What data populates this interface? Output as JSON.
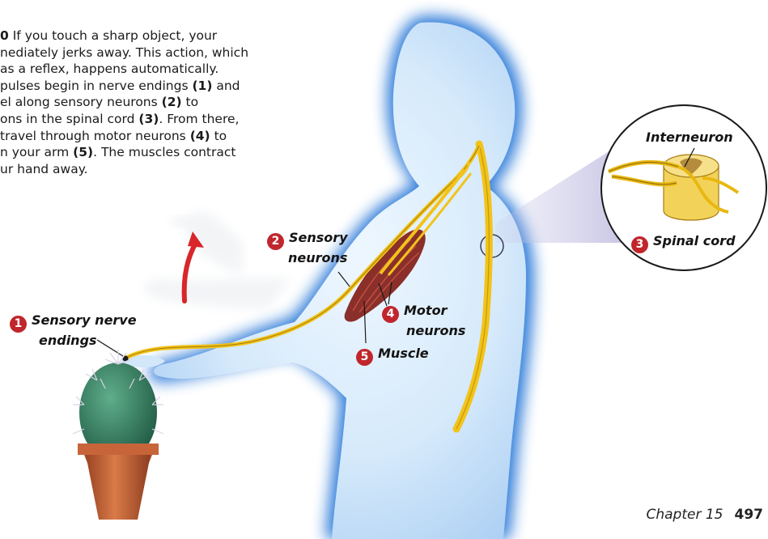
{
  "caption": {
    "figure_ref": "0",
    "lines": [
      {
        "text": "If you touch a sharp object, your"
      },
      {
        "text": "nediately jerks away. This action, which"
      },
      {
        "text": "as a reflex, happens automatically."
      },
      {
        "pre": "pulses begin in nerve endings ",
        "ref": "(1)",
        "post": " and"
      },
      {
        "pre": "el along sensory neurons ",
        "ref": "(2)",
        "post": " to"
      },
      {
        "pre": "ons in the spinal cord ",
        "ref": "(3)",
        "post": ". From there,"
      },
      {
        "pre": "travel through motor neurons ",
        "ref": "(4)",
        "post": " to"
      },
      {
        "pre": "n your arm ",
        "ref": "(5)",
        "post": ". The muscles contract"
      },
      {
        "text": "ur hand away."
      }
    ]
  },
  "labels": {
    "sensory_nerve_endings": {
      "num": "1",
      "line1": "Sensory nerve",
      "line2": "endings"
    },
    "sensory_neurons": {
      "num": "2",
      "line1": "Sensory",
      "line2": "neurons"
    },
    "spinal_cord": {
      "num": "3",
      "text": "Spinal cord"
    },
    "motor_neurons": {
      "num": "4",
      "line1": "Motor",
      "line2": "neurons"
    },
    "muscle": {
      "num": "5",
      "text": "Muscle"
    },
    "interneuron": {
      "text": "Interneuron"
    }
  },
  "footer": {
    "chapter": "Chapter 15",
    "page": "497"
  },
  "colors": {
    "body_glow": "#1e6fd6",
    "body_fill": "#d9ecfb",
    "nerve": "#f2c31a",
    "muscle": "#8a2f2a",
    "number_badge": "#c0262c",
    "pot": "#c8643a",
    "cactus": "#2f7a5a"
  }
}
